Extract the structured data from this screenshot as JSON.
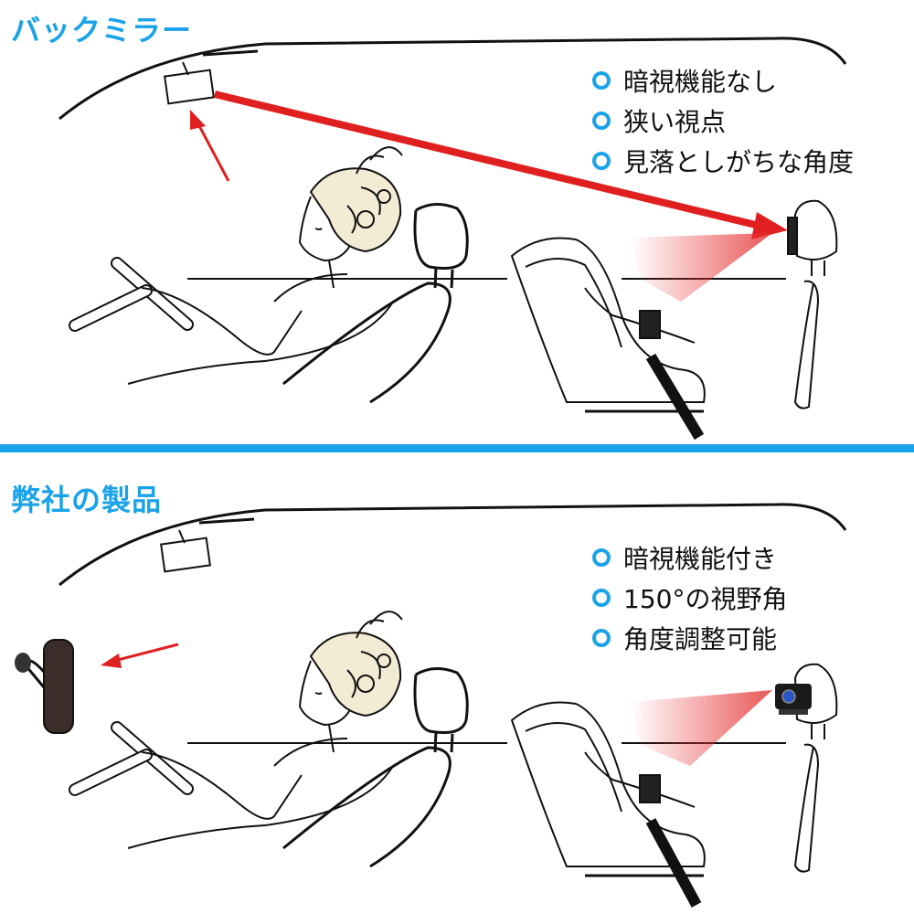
{
  "sections": [
    {
      "title": "バックミラー",
      "features": [
        "暗視機能なし",
        "狭い視点",
        "見落としがちな角度"
      ]
    },
    {
      "title": "弊社の製品",
      "features": [
        "暗視機能付き",
        "150°の視野角",
        "角度調整可能"
      ]
    }
  ],
  "colors": {
    "accent": "#1aa3e8",
    "arrow": "#e02020",
    "beam": "#e53030"
  }
}
